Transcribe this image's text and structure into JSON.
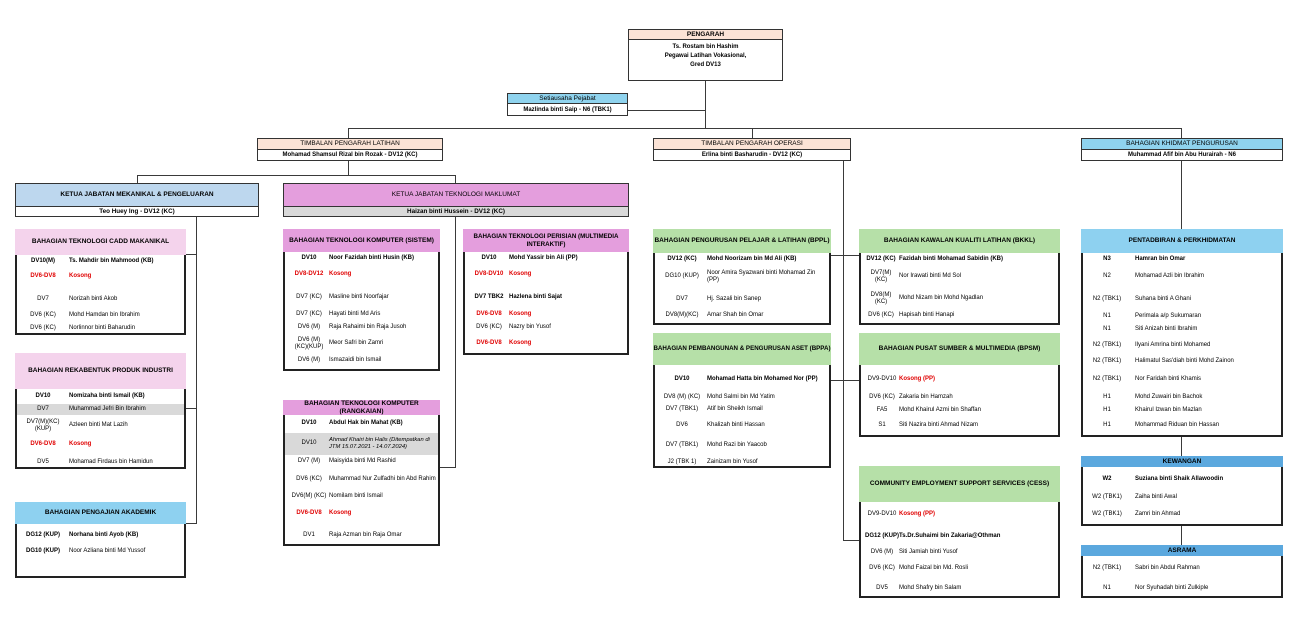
{
  "pengarah": {
    "title": "PENGARAH",
    "line1": "Ts. Rostam bin Hashim",
    "line2": "Pegawai Latihan Vokasional,",
    "line3": "Gred DV13"
  },
  "setiausaha": {
    "title": "Setiausaha Pejabat",
    "name": "Mazlinda binti Saip - N6 (TBK1)"
  },
  "timbalan_latihan": {
    "title": "TIMBALAN PENGARAH LATIHAN",
    "name": "Mohamad Shamsul Rizal bin Rozak - DV12 (KC)"
  },
  "timbalan_operasi": {
    "title": "TIMBALAN PENGARAH OPERASI",
    "name": "Erlina binti Basharudin - DV12 (KC)"
  },
  "khidmat": {
    "title": "BAHAGIAN KHIDMAT PENGURUSAN",
    "name": "Muhammad Afif bin Abu Hurairah - N6"
  },
  "kj_mekanikal": {
    "title": "KETUA JABATAN MEKANIKAL & PENGELUARAN",
    "name": "Teo Huey Ing - DV12 (KC)"
  },
  "kj_tm": {
    "title": "KETUA JABATAN TEKNOLOGI MAKLUMAT",
    "name": "Haizan binti Hussein - DV12 (KC)"
  },
  "cadd": {
    "title": "BAHAGIAN TEKNOLOGI CADD MAKANIKAL",
    "rows": [
      {
        "g": "DV10(M)",
        "n": "Ts. Mahdir bin Mahmood (KB)"
      },
      {
        "g": "DV6-DV8",
        "n": "Kosong"
      },
      {
        "g": "DV7",
        "n": "Norizah binti Akob"
      },
      {
        "g": "DV6 (KC)",
        "n": "Mohd Hamdan bin Ibrahim"
      },
      {
        "g": "DV6 (KC)",
        "n": "Norlinnor binti Baharudin"
      }
    ]
  },
  "rekabentuk": {
    "title": "BAHAGIAN REKABENTUK PRODUK INDUSTRI",
    "rows": [
      {
        "g": "DV10",
        "n": "Nomizaha binti Ismail (KB)"
      },
      {
        "g": "DV7",
        "n": "Muhammad Jefri Bin Ibrahim"
      },
      {
        "g": "DV7(M)(KC)\n(KUP)",
        "n": "Azleen binti Mat Lazih"
      },
      {
        "g": "DV6-DV8",
        "n": "Kosong"
      },
      {
        "g": "DV5",
        "n": "Mohamad Firdaus bin Hamidun"
      }
    ]
  },
  "akademik": {
    "title": "BAHAGIAN PENGAJIAN AKADEMIK",
    "rows": [
      {
        "g": "DG12 (KUP)",
        "n": "Norhana binti Ayob (KB)"
      },
      {
        "g": "DG10 (KUP)",
        "n": "Noor Azliana binti Md Yussof"
      }
    ]
  },
  "sistem": {
    "title": "BAHAGIAN TEKNOLOGI KOMPUTER (SISTEM)",
    "rows": [
      {
        "g": "DV10",
        "n": "Noor Fazidah binti Husin (KB)"
      },
      {
        "g": "DV8-DV12",
        "n": "Kosong"
      },
      {
        "g": "DV7 (KC)",
        "n": "Masline binti Noorfajar"
      },
      {
        "g": "DV7 (KC)",
        "n": "Hayati binti Md Aris"
      },
      {
        "g": "DV6 (M)",
        "n": "Raja Rahaimi bin Raja Jusoh"
      },
      {
        "g": "DV6 (M)\n(KC)(KUP)",
        "n": "Meor Safri bin Zamri"
      },
      {
        "g": "DV6 (M)",
        "n": "Ismazaidi bin Ismail"
      }
    ]
  },
  "multimedia": {
    "title": "BAHAGIAN TEKNOLOGI PERISIAN (MULTIMEDIA INTERAKTIF)",
    "rows": [
      {
        "g": "DV10",
        "n": "Mohd Yassir bin Ali (PP)"
      },
      {
        "g": "DV8-DV10",
        "n": "Kosong"
      },
      {
        "g": "DV7 TBK2",
        "n": "Hazlena binti Sajat"
      },
      {
        "g": "DV6-DV8",
        "n": "Kosong"
      },
      {
        "g": "DV6 (KC)",
        "n": "Nazry bin Yusof"
      },
      {
        "g": "DV6-DV8",
        "n": "Kosong"
      }
    ]
  },
  "rangkaian": {
    "title": "BAHAGIAN TEKNOLOGI KOMPUTER (RANGKAIAN)",
    "rows": [
      {
        "g": "DV10",
        "n": "Abdul Hak bin Mahat (KB)"
      },
      {
        "g": "DV10",
        "n": "Ahmad Khairi bin Halis  (Ditempatkan di JTM 15.07.2021 - 14.07.2024)"
      },
      {
        "g": "DV7 (M)",
        "n": "Maisyida binti Md Rashid"
      },
      {
        "g": "DV6 (KC)",
        "n": "Muhammad Nur Zulfadhi bin Abd Rahim"
      },
      {
        "g": "DV6(M) (KC)",
        "n": "Nomilam binti Ismail"
      },
      {
        "g": "DV6-DV8",
        "n": "Kosong"
      },
      {
        "g": "DV1",
        "n": "Raja Azman bin Raja Omar"
      }
    ]
  },
  "bppl": {
    "title": "BAHAGIAN PENGURUSAN PELAJAR & LATIHAN (BPPL)",
    "rows": [
      {
        "g": "DV12 (KC)",
        "n": "Mohd Noorizam bin Md Ali (KB)"
      },
      {
        "g": "DG10 (KUP)",
        "n": "Noor Amira Syazwani binti Mohamad Zin (PP)"
      },
      {
        "g": "DV7",
        "n": "Hj. Sazali bin Sanep"
      },
      {
        "g": "DV8(M)(KC)",
        "n": "Amar Shah bin Omar"
      }
    ]
  },
  "bppa": {
    "title": "BAHAGIAN PEMBANGUNAN & PENGURUSAN ASET (BPPA)",
    "rows": [
      {
        "g": "DV10",
        "n": "Mohamad Hatta bin Mohamed Nor (PP)"
      },
      {
        "g": "DV8 (M) (KC)",
        "n": "Mohd Salmi bin Md Yatim"
      },
      {
        "g": "DV7 (TBK1)",
        "n": "Atif bin Sheikh Ismail"
      },
      {
        "g": "DV6",
        "n": "Khalizah binti Hassan"
      },
      {
        "g": "DV7 (TBK1)",
        "n": "Mohd Razi bin Yaacob"
      },
      {
        "g": "J2 (TBK 1)",
        "n": "Zainizam bin Yusof"
      }
    ]
  },
  "bkkl": {
    "title": "BAHAGIAN KAWALAN KUALITI LATIHAN (BKKL)",
    "rows": [
      {
        "g": "DV12 (KC)",
        "n": "Fazidah binti Mohamad Sabidin (KB)"
      },
      {
        "g": "DV7(M)\n(KC)",
        "n": "Nor Irawati binti Md Sol"
      },
      {
        "g": "DV8(M)\n(KC)",
        "n": "Mohd Nizam bin Mohd Ngadlan"
      },
      {
        "g": "DV6 (KC)",
        "n": "Hapisah binti Hanapi"
      }
    ]
  },
  "bpsm": {
    "title": "BAHAGIAN PUSAT SUMBER &  MULTIMEDIA (BPSM)",
    "rows": [
      {
        "g": "DV9-DV10",
        "n": "Kosong (PP)"
      },
      {
        "g": "DV6 (KC)",
        "n": "Zakaria bin Hamzah"
      },
      {
        "g": "FA5",
        "n": "Mohd Khairul Azmi bin Shaffan"
      },
      {
        "g": "S1",
        "n": "Siti Nazira binti Ahmad Nizam"
      }
    ]
  },
  "cess": {
    "title": "COMMUNITY EMPLOYMENT SUPPORT SERVICES (CESS)",
    "rows": [
      {
        "g": "DV9-DV10",
        "n": "Kosong (PP)"
      },
      {
        "g": "DG12 (KUP)",
        "n": "Ts.Dr.Suhaimi bin Zakaria@Othman"
      },
      {
        "g": "DV6 (M)",
        "n": "Siti Jamiah binti Yusof"
      },
      {
        "g": "DV6 (KC)",
        "n": "Mohd Faizal bin Md. Rosli"
      },
      {
        "g": "DV5",
        "n": "Mohd Shafry bin  Salam"
      }
    ]
  },
  "pentadbiran": {
    "title": "PENTADBIRAN & PERKHIDMATAN",
    "rows": [
      {
        "g": "N3",
        "n": "Hamran bin Omar"
      },
      {
        "g": "N2",
        "n": "Mohamad Azli bin Ibrahim"
      },
      {
        "g": "N2 (TBK1)",
        "n": "Suhana binti A Ghani"
      },
      {
        "g": "N1",
        "n": "Perimala a/p Sukumaran"
      },
      {
        "g": "N1",
        "n": "Siti Anizah binti Ibrahim"
      },
      {
        "g": "N2 (TBK1)",
        "n": "Ilyani Amrina binti Mohamed"
      },
      {
        "g": "N2 (TBK1)",
        "n": "Halimatul Sas'diah binti Mohd Zainon"
      },
      {
        "g": "N2 (TBK1)",
        "n": "Nor Faridah binti Khamis"
      },
      {
        "g": "H1",
        "n": "Mohd Zuwairi bin Bachok"
      },
      {
        "g": "H1",
        "n": "Khairul Izwan bin Mazlan"
      },
      {
        "g": "H1",
        "n": "Mohammad Riduan bin Hassan"
      }
    ]
  },
  "kewangan": {
    "title": "KEWANGAN",
    "rows": [
      {
        "g": "W2",
        "n": "Suziana binti Shaik Allawoodin"
      },
      {
        "g": "W2  (TBK1)",
        "n": "Zaiha binti Awal"
      },
      {
        "g": "W2 (TBK1)",
        "n": "Zamri bin Ahmad"
      }
    ]
  },
  "asrama": {
    "title": "ASRAMA",
    "rows": [
      {
        "g": "N2 (TBK1)",
        "n": "Sabri bin Abdul Rahman"
      },
      {
        "g": "N1",
        "n": "Nor Syuhadah binti Zulkiple"
      }
    ]
  }
}
